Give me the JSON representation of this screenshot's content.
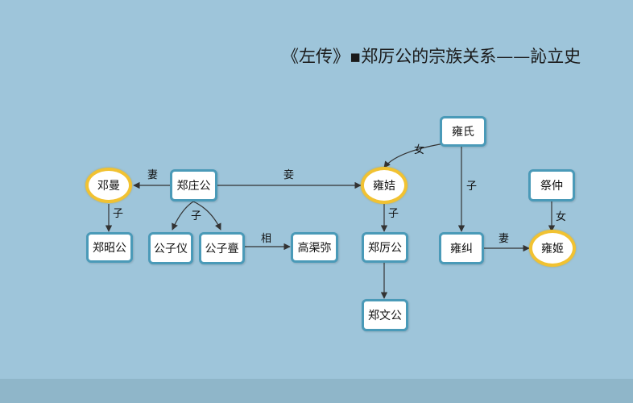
{
  "title": "《左传》▪郑厉公的宗族关系——訫立史",
  "nodes": {
    "yongshi": "雍氏",
    "zhengman": "邓曼",
    "zhengzhuanggong": "郑庄公",
    "yongji_gu": "雍姞",
    "zhaigong": "祭仲",
    "zhengzhaogong": "郑昭公",
    "gongziyi": "公子仪",
    "gongziwei": "公子亹",
    "gaoqumi": "高渠弥",
    "zhenglìgong": "郑厉公",
    "yongjiu": "雍纠",
    "yongji": "雍姬",
    "zhengwengong": "郑文公"
  },
  "relations": {
    "wife_1": "妻",
    "concubine": "妾",
    "daughter_1": "女",
    "son_1": "子",
    "son_2": "子",
    "son_3": "子",
    "son_4": "子",
    "daughter_2": "女",
    "minister": "相",
    "wife_2": "妻"
  },
  "colors": {
    "background": "#9ec5da",
    "box_border": "#4a9ab8",
    "oval_border": "#f1c232",
    "line": "#333333"
  }
}
